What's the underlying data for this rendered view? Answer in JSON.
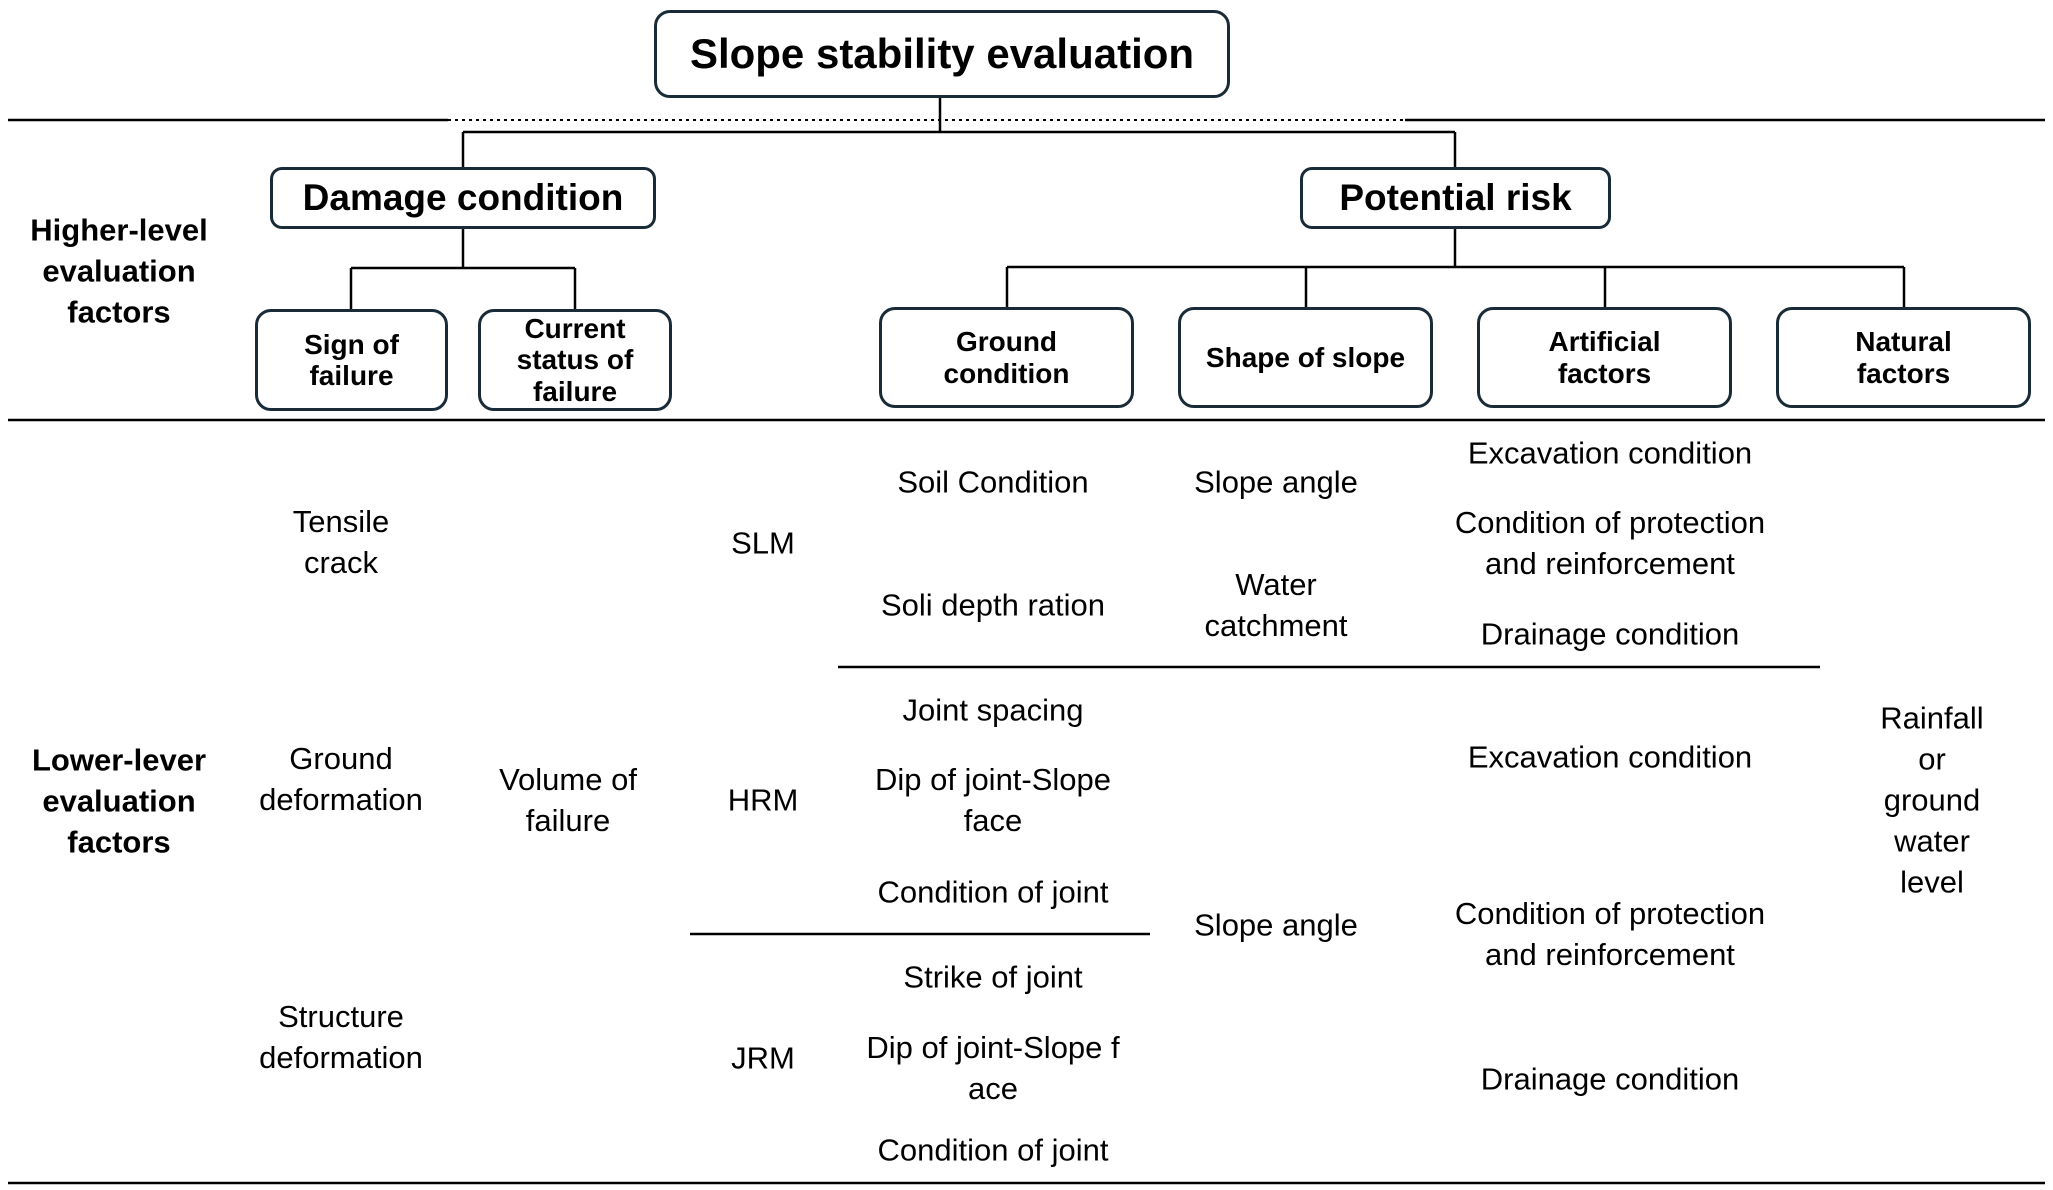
{
  "root": "Slope stability evaluation",
  "side_labels": {
    "higher": "Higher-level\nevaluation\nfactors",
    "lower": "Lower-lever\nevaluation\nfactors"
  },
  "branches": {
    "damage": {
      "title": "Damage condition",
      "children": [
        "Sign of\nfailure",
        "Current\nstatus of\nfailure"
      ]
    },
    "potential": {
      "title": "Potential risk",
      "children": [
        "Ground\ncondition",
        "Shape of slope",
        "Artificial\nfactors",
        "Natural\nfactors"
      ]
    }
  },
  "lower": {
    "sign_of_failure": [
      "Tensile\ncrack",
      "Ground\ndeformation",
      "Structure\ndeformation"
    ],
    "current_status": "Volume of\nfailure",
    "rock_types": [
      "SLM",
      "HRM",
      "JRM"
    ],
    "slm_ground": [
      "Soil Condition",
      "Soli depth ration"
    ],
    "slm_shape": [
      "Slope angle",
      "Water\ncatchment"
    ],
    "slm_artificial": [
      "Excavation condition",
      "Condition of protection\nand reinforcement",
      "Drainage condition"
    ],
    "hrm_ground": [
      "Joint spacing",
      "Dip of joint-Slope\nface",
      "Condition of joint"
    ],
    "jrm_ground": [
      "Strike of joint",
      "Dip of joint-Slope f\nace",
      "Condition of joint"
    ],
    "rock_shape": "Slope angle",
    "rock_artificial": [
      "Excavation condition",
      "Condition of protection\nand reinforcement",
      "Drainage condition"
    ],
    "natural": "Rainfall\nor\nground water\nlevel"
  }
}
